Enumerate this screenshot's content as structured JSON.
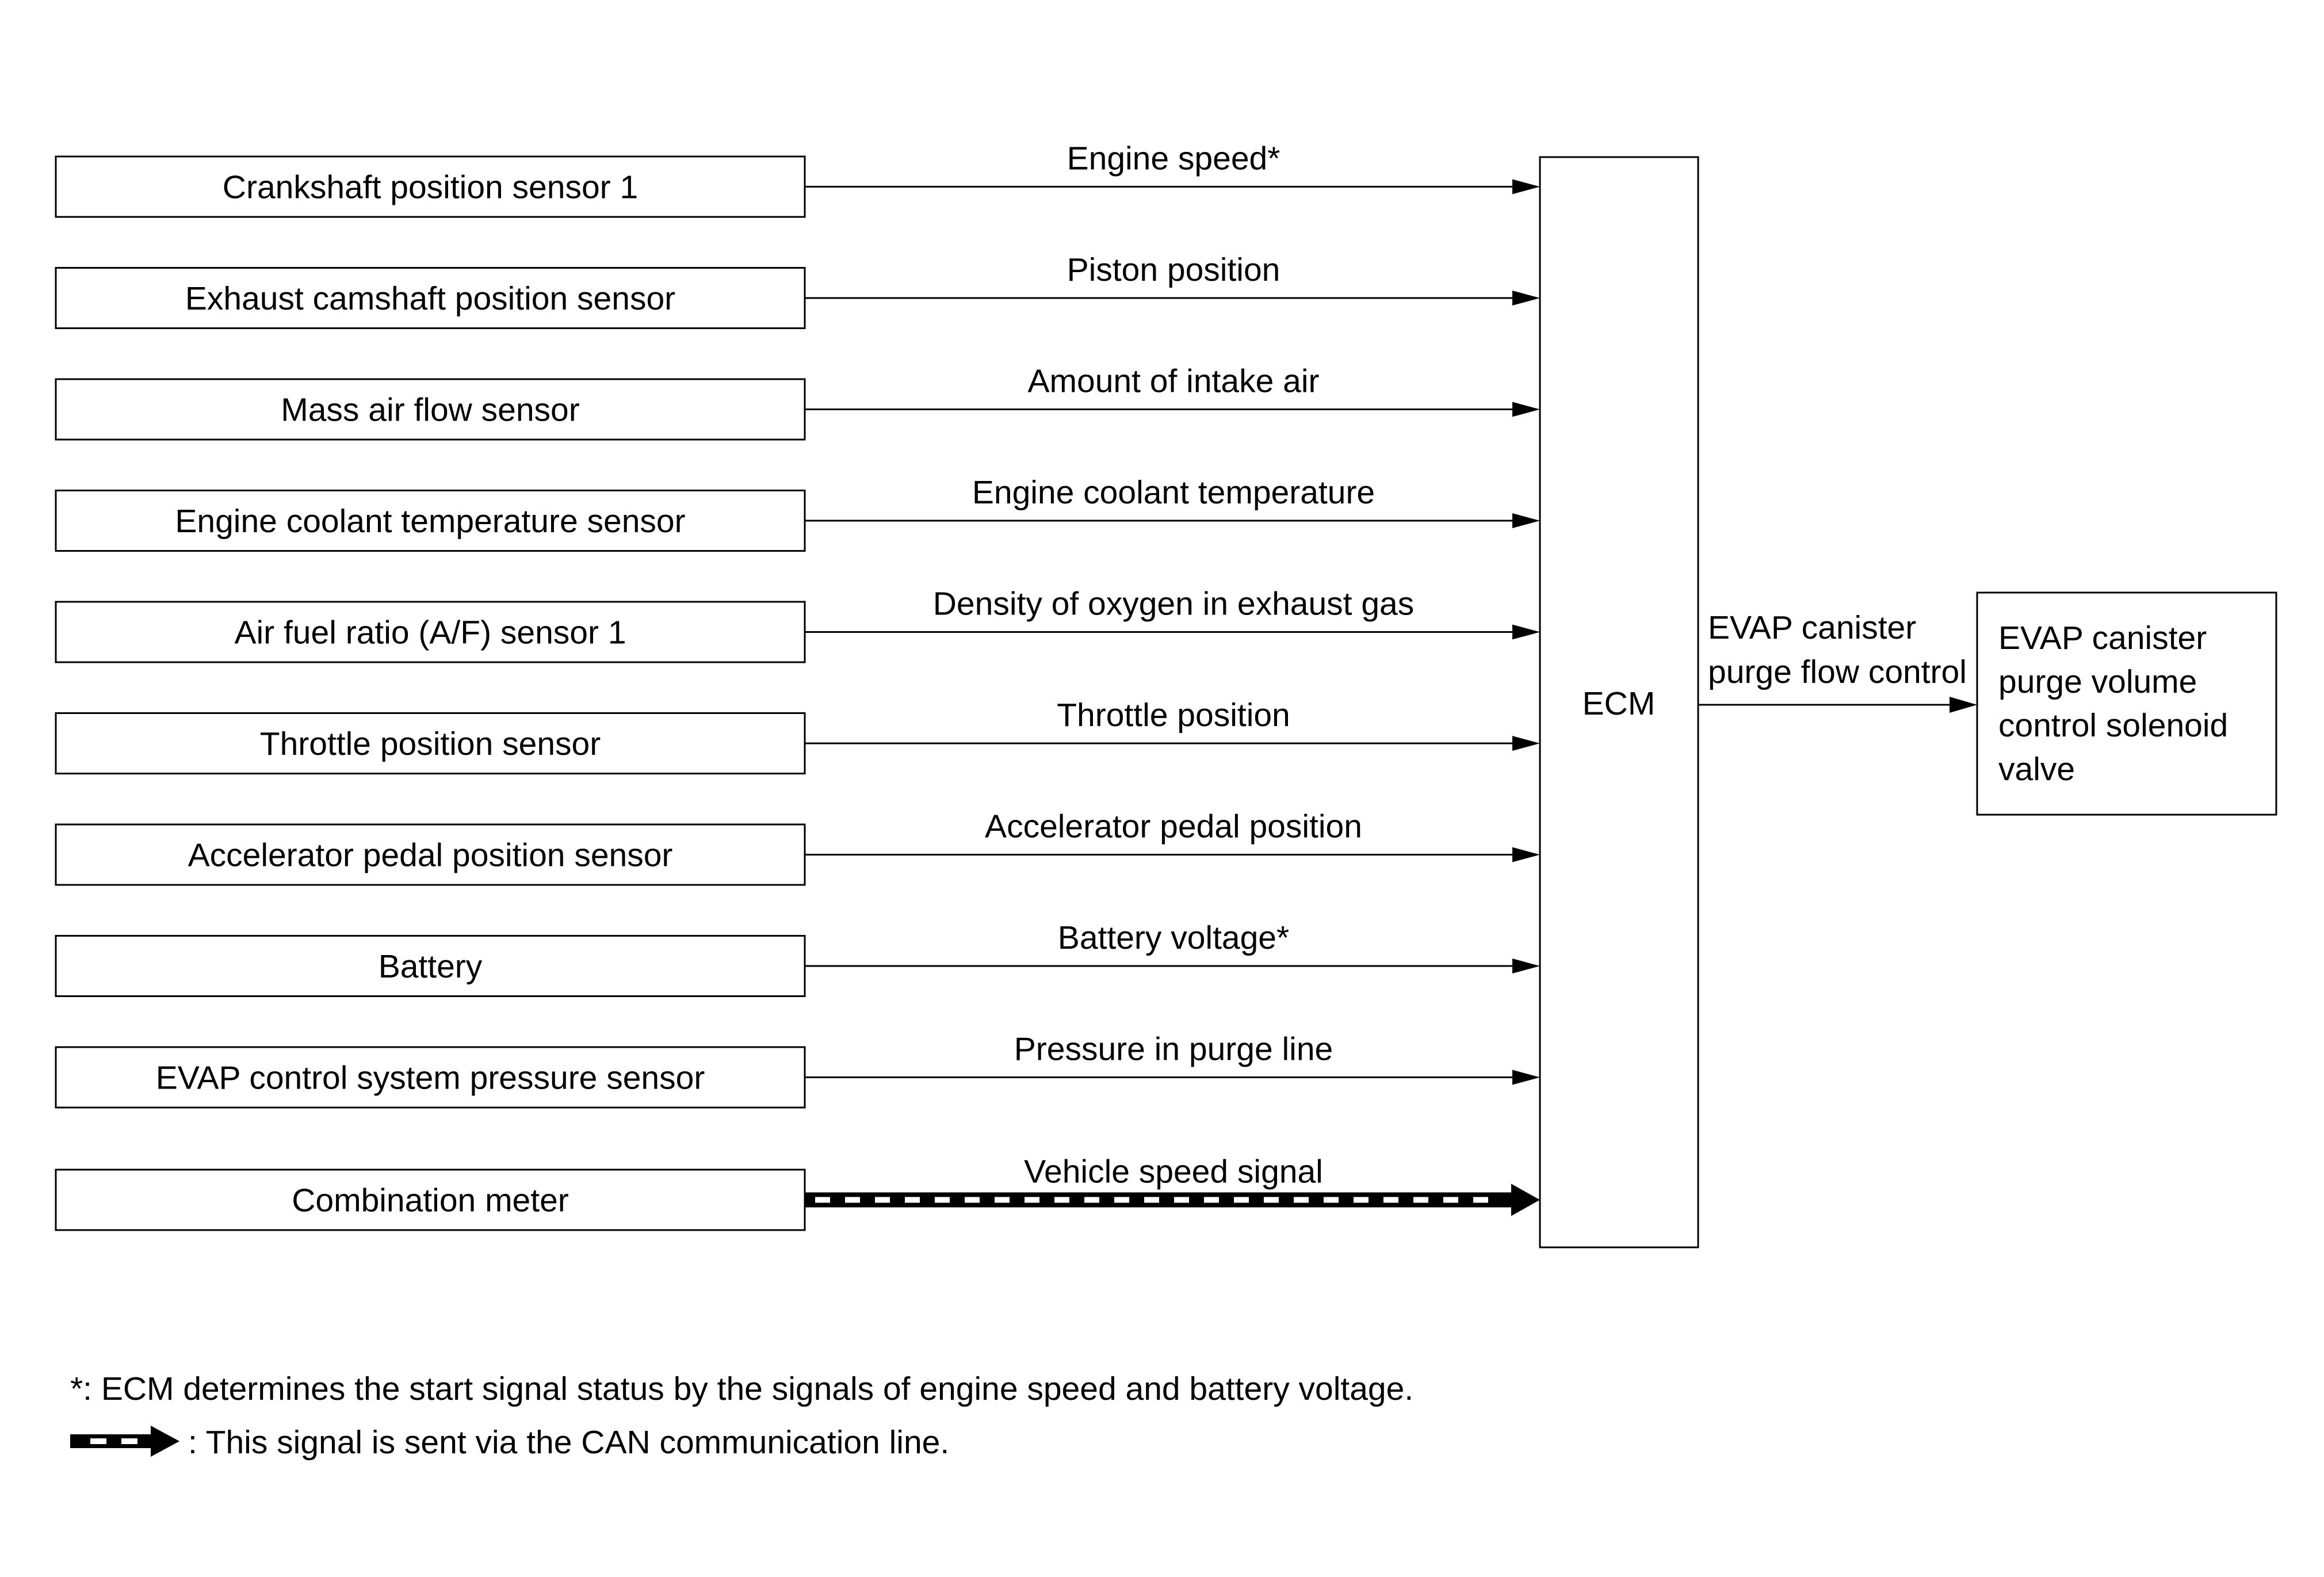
{
  "inputs": [
    {
      "sensor": "Crankshaft position sensor 1",
      "signal": "Engine speed*",
      "can": false
    },
    {
      "sensor": "Exhaust camshaft position sensor",
      "signal": "Piston position",
      "can": false
    },
    {
      "sensor": "Mass air flow sensor",
      "signal": "Amount of intake air",
      "can": false
    },
    {
      "sensor": "Engine coolant temperature sensor",
      "signal": "Engine coolant temperature",
      "can": false
    },
    {
      "sensor": "Air fuel ratio (A/F) sensor 1",
      "signal": "Density of oxygen in exhaust gas",
      "can": false
    },
    {
      "sensor": "Throttle position sensor",
      "signal": "Throttle position",
      "can": false
    },
    {
      "sensor": "Accelerator pedal position sensor",
      "signal": "Accelerator pedal position",
      "can": false
    },
    {
      "sensor": "Battery",
      "signal": "Battery voltage*",
      "can": false
    },
    {
      "sensor": "EVAP control system pressure sensor",
      "signal": "Pressure in purge line",
      "can": false
    },
    {
      "sensor": "Combination meter",
      "signal": "Vehicle speed signal",
      "can": true
    }
  ],
  "ecm": {
    "label": "ECM"
  },
  "output": {
    "signal_lines": [
      "EVAP canister",
      "purge flow control"
    ],
    "actuator_lines": [
      "EVAP canister",
      "purge volume",
      "control solenoid",
      "valve"
    ]
  },
  "notes": {
    "asterisk": "*: ECM determines the start signal status by the signals of engine speed and battery voltage.",
    "can": ": This signal is sent via the CAN communication line."
  },
  "colors": {
    "line": "#000000",
    "background": "#ffffff"
  }
}
